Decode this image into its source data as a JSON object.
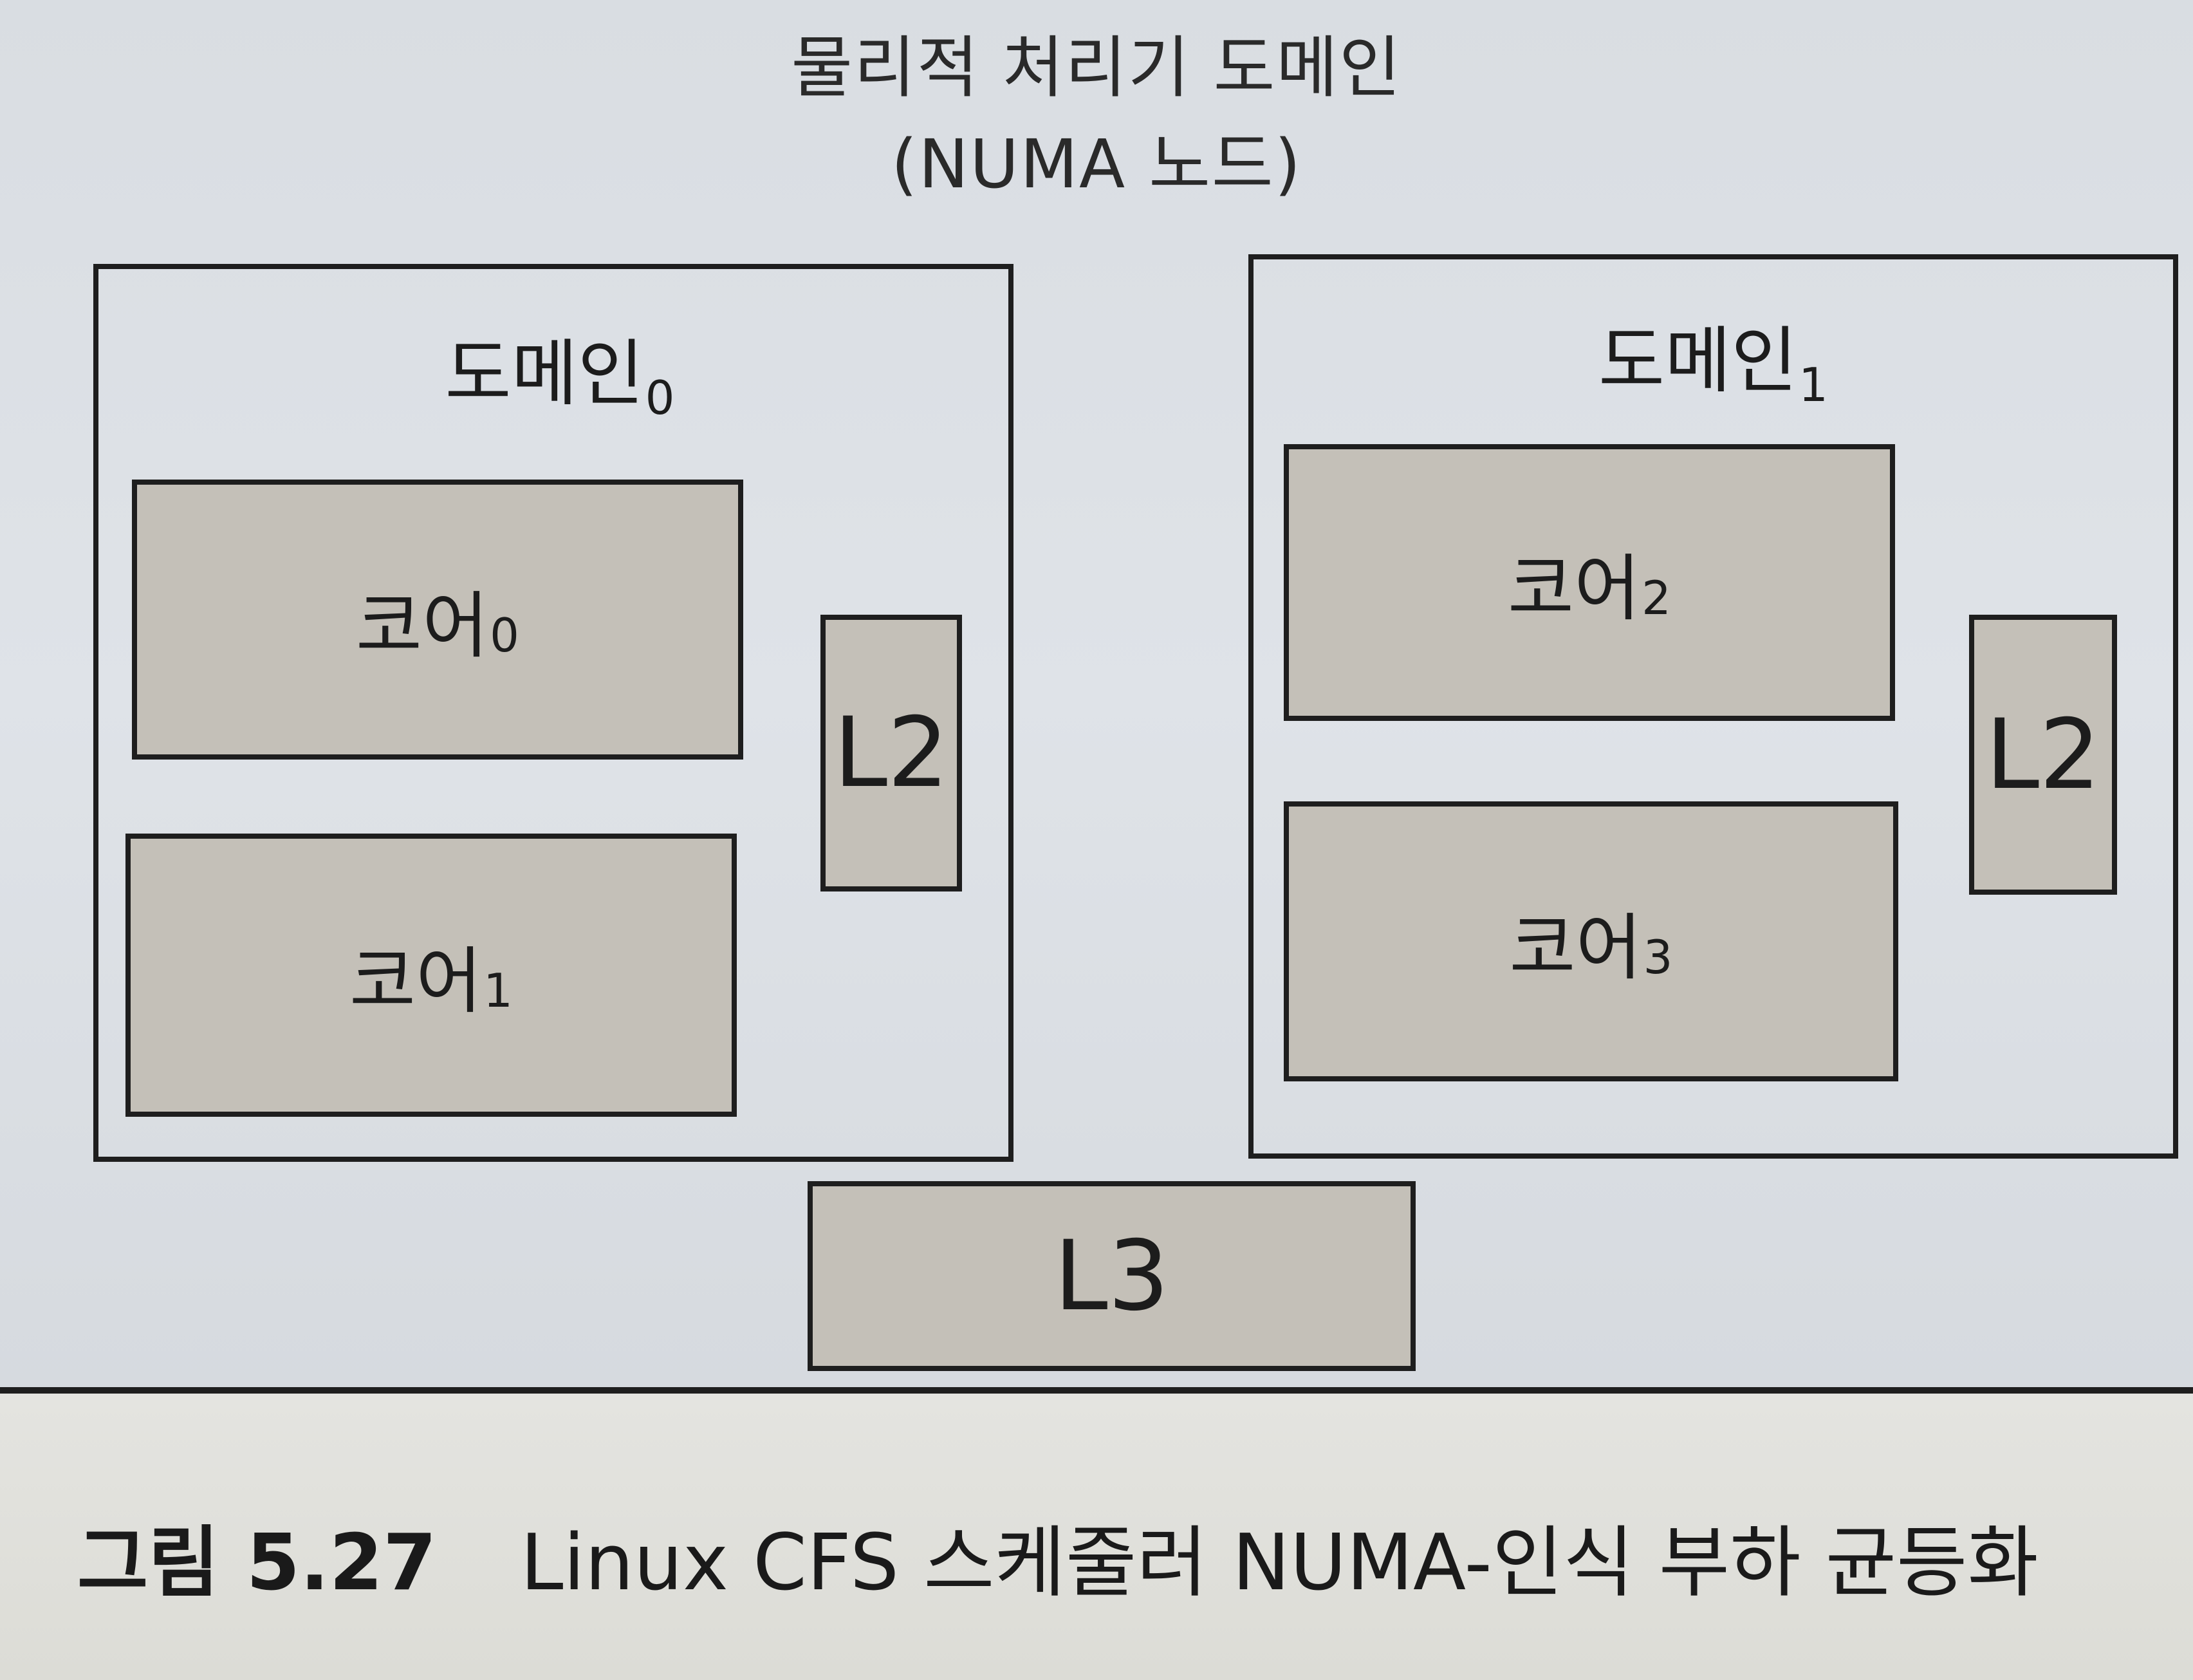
{
  "header": {
    "title": "물리적 처리기 도메인",
    "subtitle": "(NUMA 노드)"
  },
  "domains": [
    {
      "label": "도메인",
      "index": "0",
      "cores": [
        {
          "label": "코어",
          "index": "0"
        },
        {
          "label": "코어",
          "index": "1"
        }
      ],
      "cache": "L2"
    },
    {
      "label": "도메인",
      "index": "1",
      "cores": [
        {
          "label": "코어",
          "index": "2"
        },
        {
          "label": "코어",
          "index": "3"
        }
      ],
      "cache": "L2"
    }
  ],
  "shared_cache": "L3",
  "caption": {
    "figure": "그림 5.27",
    "text": "Linux CFS 스케줄러 NUMA-인식 부하 균등화"
  }
}
